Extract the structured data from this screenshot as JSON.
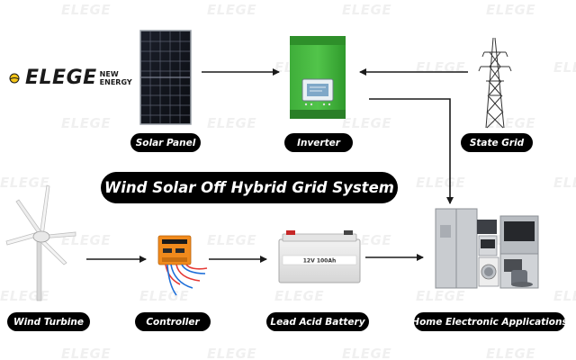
{
  "brand": {
    "name": "ELEGE",
    "tagline_line1": "NEW",
    "tagline_line2": "ENERGY",
    "watermark": "ELEGE"
  },
  "title": "Wind Solar Off Hybrid Grid System",
  "components": {
    "solar_panel": "Solar Panel",
    "inverter": "Inverter",
    "state_grid": "State Grid",
    "wind_turbine": "Wind Turbine",
    "controller": "Controller",
    "battery": "Lead Acid Battery",
    "home": "Home Electronic Applications"
  },
  "battery_rating": "12V 100Ah"
}
